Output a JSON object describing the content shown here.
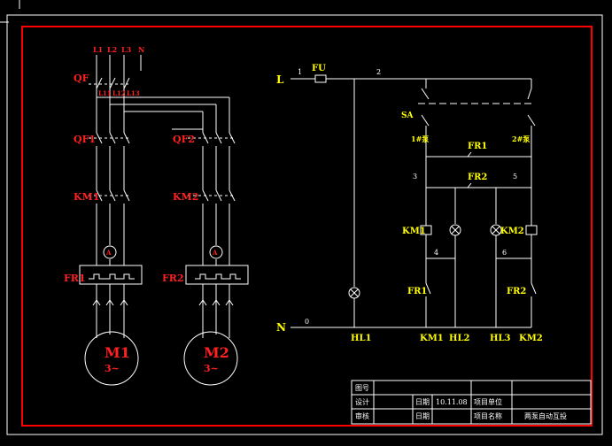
{
  "power": {
    "phases": [
      "L1",
      "L2",
      "L3",
      "N"
    ],
    "main_breaker": "QF",
    "branch_lines": [
      "L11",
      "L12",
      "L13"
    ],
    "breakers": [
      "QF1",
      "QF2"
    ],
    "contactors": [
      "KM1",
      "KM2"
    ],
    "relays": [
      "FR1",
      "FR2"
    ],
    "motors": [
      {
        "name": "M1",
        "phase": "3~"
      },
      {
        "name": "M2",
        "phase": "3~"
      }
    ],
    "lamp_mark": "A"
  },
  "control": {
    "line_L": "L",
    "line_N": "N",
    "fuse": "FU",
    "wire_numbers": {
      "w1": "1",
      "w2": "2",
      "w3": "3",
      "w4": "4",
      "w5": "5",
      "w6": "6",
      "w0": "0"
    },
    "switch": "SA",
    "pump1": "1#泵",
    "pump2": "2#泵",
    "contacts": {
      "fr1": "FR1",
      "fr2": "FR2"
    },
    "coils": {
      "km1": "KM1",
      "km2": "KM2"
    },
    "aux": {
      "fr1": "FR1",
      "fr2": "FR2"
    },
    "bottom_labels": [
      "HL1",
      "KM1",
      "HL2",
      "HL3",
      "KM2"
    ]
  },
  "title_block": {
    "row1_label": "图号",
    "row2_label": "设计",
    "row3_label": "审核",
    "date_label": "日期",
    "date_value": "10.11.08",
    "date_label2": "日期",
    "unit_label": "项目单位",
    "project_label": "项目名称",
    "project_name": "两泵自动互投"
  },
  "colors": {
    "frame": "#ff0000",
    "wire": "#ffffff",
    "label_red": "#ff2020",
    "label_yellow": "#ffff00"
  }
}
